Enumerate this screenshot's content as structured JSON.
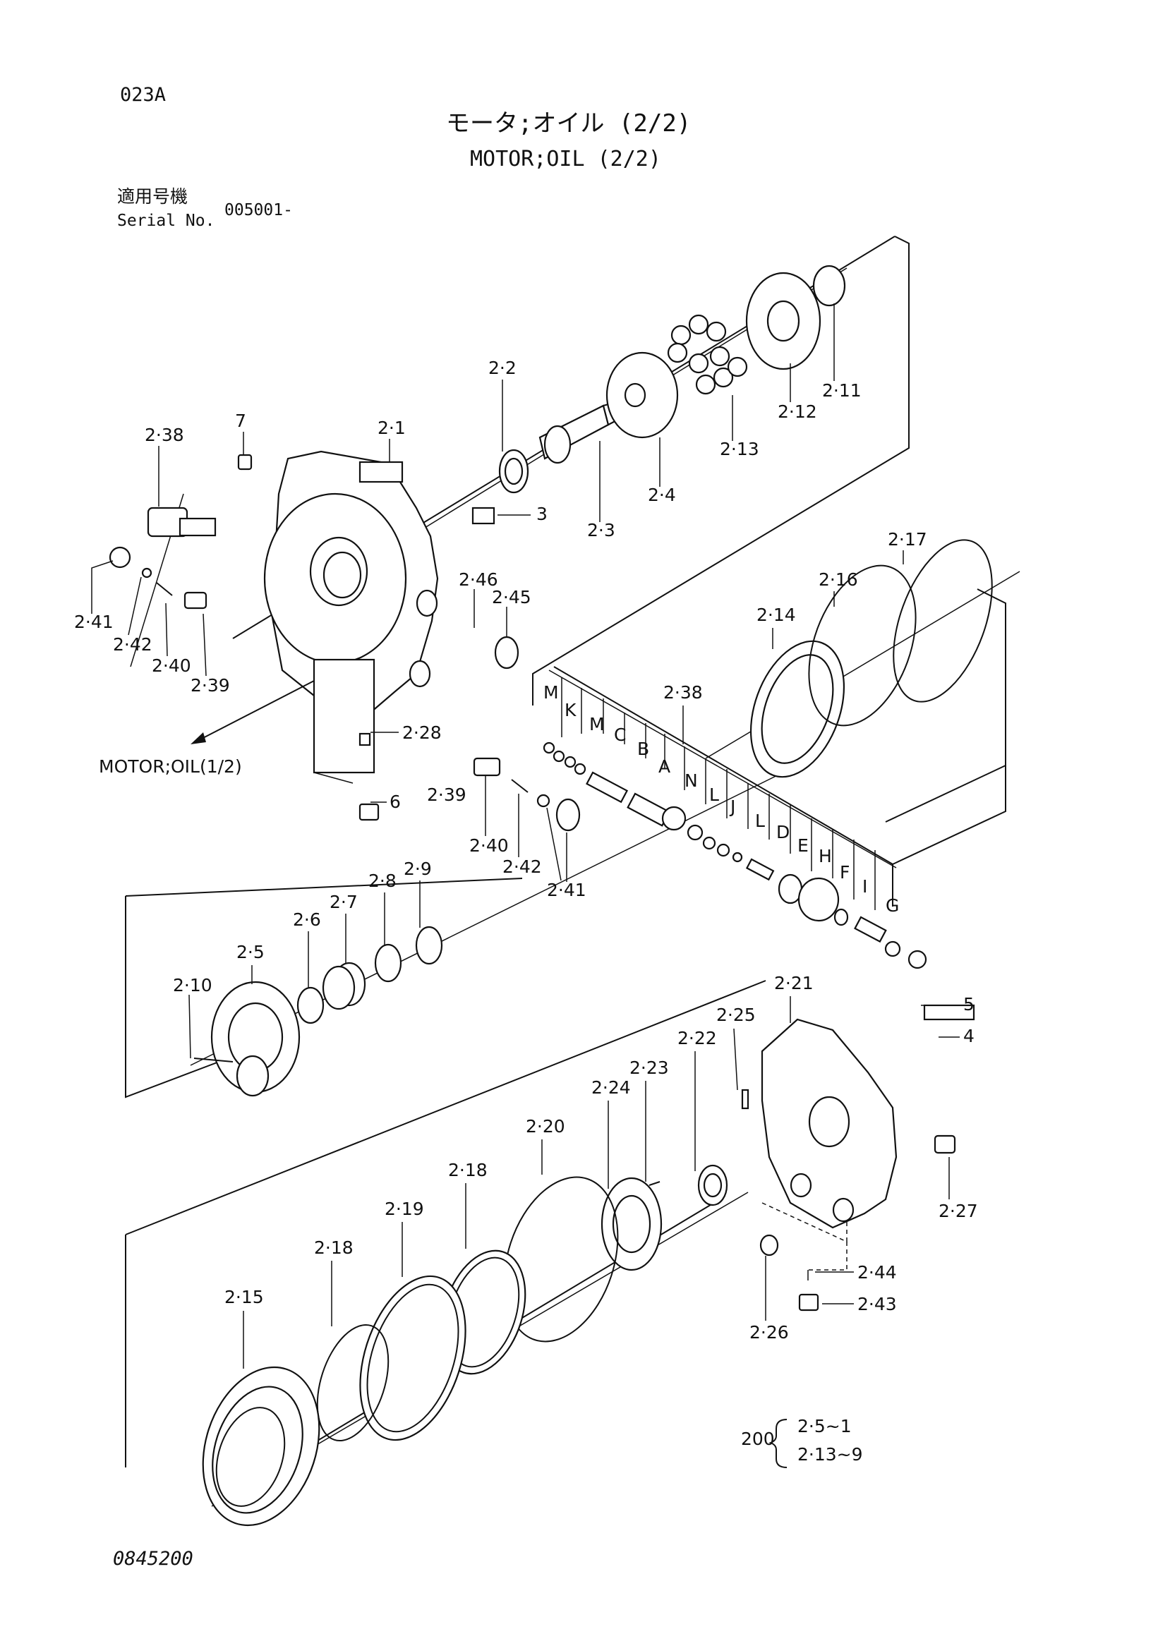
{
  "header": {
    "page_code": "023A",
    "title_jp": "モータ;オイル (2/2)",
    "title_en": "MOTOR;OIL (2/2)",
    "serial_label_jp": "適用号機",
    "serial_label_en": "Serial No.",
    "serial_value": "005001-"
  },
  "reference": {
    "text": "MOTOR;OIL(1/2)"
  },
  "callouts": [
    "7",
    "2·38",
    "2·1",
    "2·2",
    "2·3",
    "2·4",
    "2·11",
    "2·12",
    "2·13",
    "3",
    "2·41",
    "2·42",
    "2·40",
    "2·39",
    "2·46",
    "2·45",
    "2·28",
    "6",
    "2·39",
    "2·40",
    "2·42",
    "2·41",
    "2·38",
    "M",
    "K",
    "M",
    "C",
    "B",
    "A",
    "N",
    "L",
    "J",
    "L",
    "D",
    "E",
    "H",
    "F",
    "I",
    "G",
    "2·14",
    "2·16",
    "2·17",
    "2·10",
    "2·5",
    "2·6",
    "2·7",
    "2·8",
    "2·9",
    "2·21",
    "2·25",
    "5",
    "4",
    "2·22",
    "2·23",
    "2·24",
    "2·27",
    "2·20",
    "2·18",
    "2·19",
    "2·18",
    "2·15",
    "2·44",
    "2·43",
    "2·26"
  ],
  "kit_note": {
    "number": "200",
    "line1": "2·5~1",
    "line2": "2·13~9"
  },
  "footer": {
    "drawing_number": "0845200"
  }
}
